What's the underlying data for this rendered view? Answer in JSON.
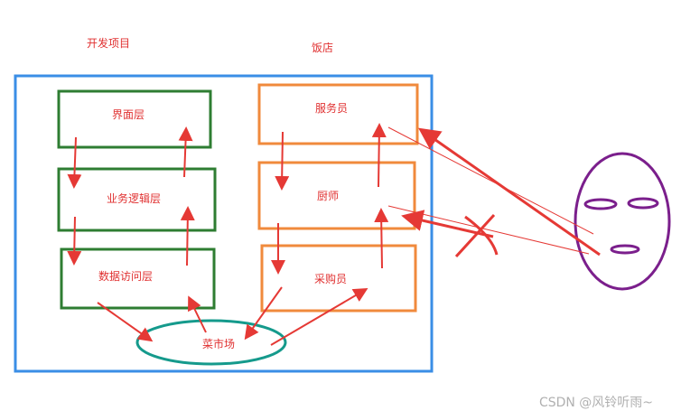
{
  "titles": {
    "left": "开发项目",
    "right": "饭店"
  },
  "layers": {
    "ui": "界面层",
    "logic": "业务逻辑层",
    "data": "数据访问层"
  },
  "restaurant": {
    "waiter": "服务员",
    "chef": "厨师",
    "buyer": "采购员"
  },
  "market": "菜市场",
  "watermark": "CSDN @风铃听雨~",
  "colors": {
    "outer_frame": "#3a8ee6",
    "layer_box": "#2e7d32",
    "restaurant_box": "#f08a3c",
    "market_ellipse": "#159a8c",
    "face": "#7b1f8c",
    "arrow": "#e53935",
    "text": "#e03030"
  }
}
